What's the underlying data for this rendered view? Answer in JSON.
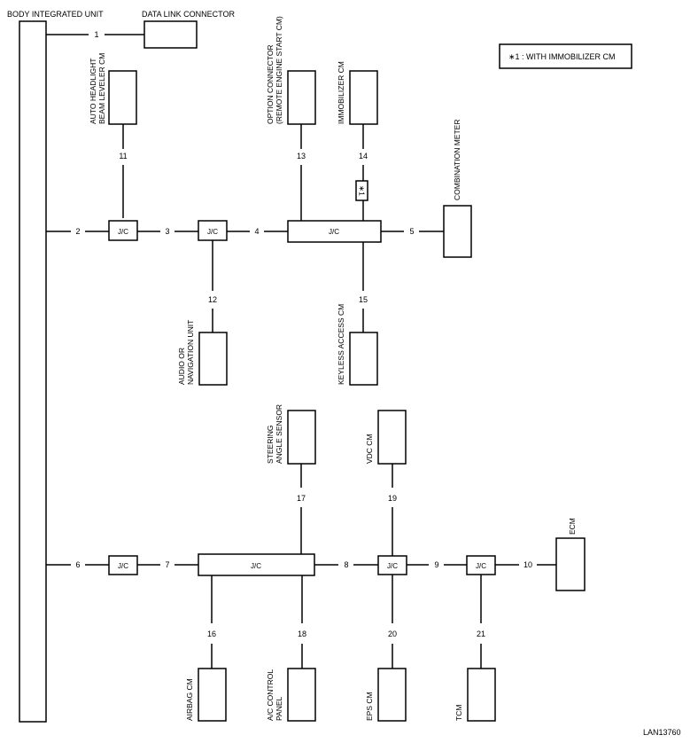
{
  "units": {
    "body_integrated_unit": "BODY INTEGRATED UNIT",
    "data_link_connector": "DATA LINK CONNECTOR",
    "auto_headlight_1": "AUTO HEADLIGHT",
    "auto_headlight_2": "BEAM LEVELER CM",
    "option_connector_1": "OPTION CONNECTOR",
    "option_connector_2": "(REMOTE ENGINE START CM)",
    "immobilizer_cm": "IMMOBILIZER CM",
    "combination_meter": "COMBINATION METER",
    "audio_1": "AUDIO OR",
    "audio_2": "NAVIGATION UNIT",
    "keyless_access_cm": "KEYLESS ACCESS CM",
    "steering_1": "STEERING",
    "steering_2": "ANGLE SENSOR",
    "vdc_cm": "VDC CM",
    "ecm": "ECM",
    "airbag_cm": "AIRBAG CM",
    "ac_1": "A/C CONTROL",
    "ac_2": "PANEL",
    "eps_cm": "EPS CM",
    "tcm": "TCM"
  },
  "legend": "∗1 : WITH IMMOBILIZER CM",
  "star_marker": "∗1",
  "jc_label": "J/C",
  "lines": {
    "l1": "1",
    "l2": "2",
    "l3": "3",
    "l4": "4",
    "l5": "5",
    "l6": "6",
    "l7": "7",
    "l8": "8",
    "l9": "9",
    "l10": "10",
    "l11": "11",
    "l12": "12",
    "l13": "13",
    "l14": "14",
    "l15": "15",
    "l16": "16",
    "l17": "17",
    "l18": "18",
    "l19": "19",
    "l20": "20",
    "l21": "21"
  },
  "figure_id": "LAN13760"
}
